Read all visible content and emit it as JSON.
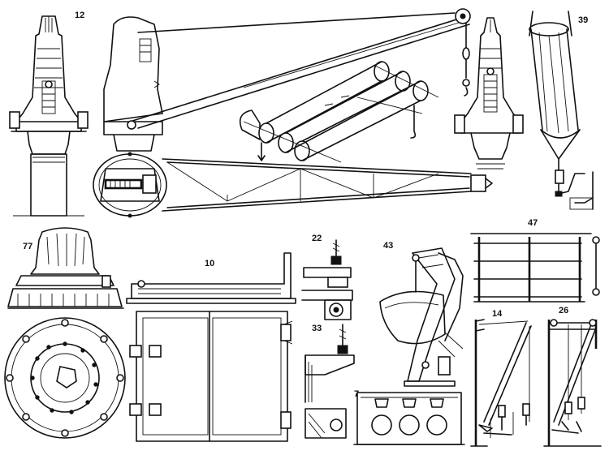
{
  "figure_labels": {
    "l12": "12",
    "l39": "39",
    "l77": "77",
    "l10": "10",
    "l22": "22",
    "l43": "43",
    "l47": "47",
    "l33": "33",
    "l14": "14",
    "l26": "26",
    "l7": "7"
  },
  "colors": {
    "ink": "#111111",
    "paper": "#ffffff"
  }
}
